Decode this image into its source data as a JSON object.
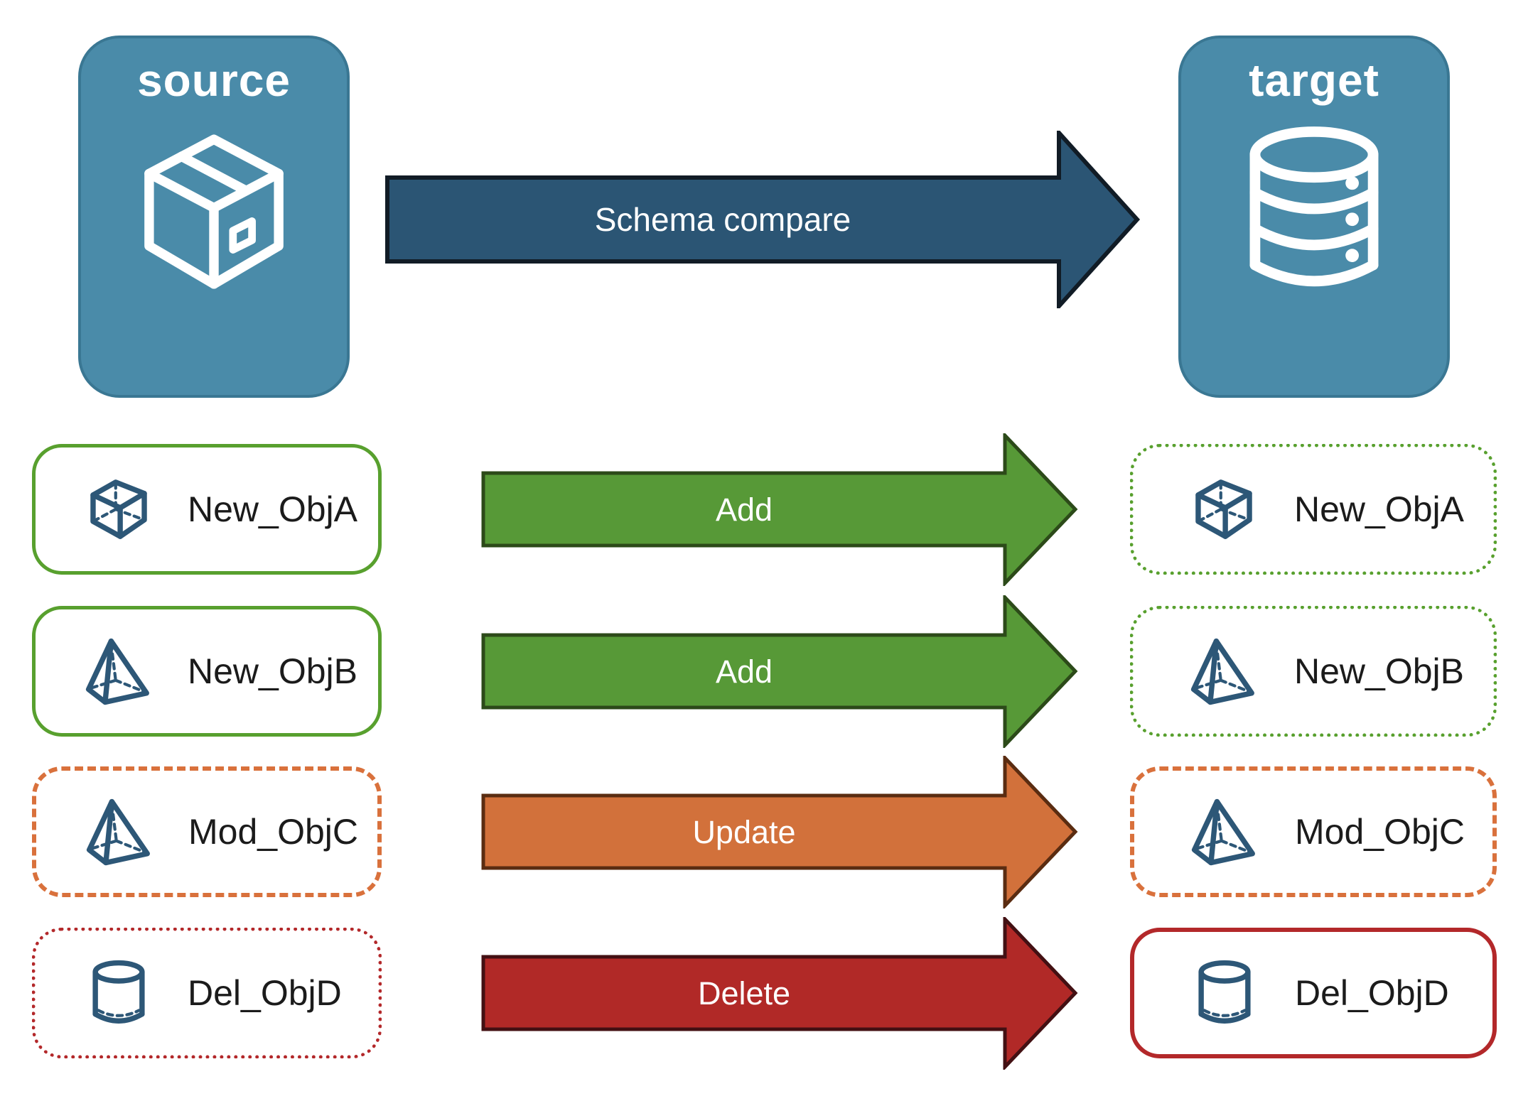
{
  "source_card": {
    "label": "source",
    "icon": "package"
  },
  "target_card": {
    "label": "target",
    "icon": "database"
  },
  "compare_arrow": {
    "label": "Schema compare"
  },
  "rows": [
    {
      "object": "New_ObjA",
      "icon": "cube",
      "action": "Add",
      "source_border": "solid",
      "target_border": "dotted",
      "status_color": "#58a02e"
    },
    {
      "object": "New_ObjB",
      "icon": "pyramid",
      "action": "Add",
      "source_border": "solid",
      "target_border": "dotted",
      "status_color": "#58a02e"
    },
    {
      "object": "Mod_ObjC",
      "icon": "pyramid",
      "action": "Update",
      "source_border": "dashed",
      "target_border": "dashed",
      "status_color": "#d9713c"
    },
    {
      "object": "Del_ObjD",
      "icon": "cylinder",
      "action": "Delete",
      "source_border": "dotted",
      "target_border": "solid",
      "status_color": "#b3282a"
    }
  ],
  "colors": {
    "card_fill": "#4a8ba9",
    "card_border": "#3a7793",
    "card_text": "#ffffff",
    "object_icon": "#2d5777",
    "compare_arrow_fill": "#2b5574",
    "compare_arrow_border": "#111c26",
    "add_arrow_fill": "#579937",
    "add_arrow_border": "#2c4a19",
    "update_arrow_fill": "#d2713b",
    "update_arrow_border": "#5a2c11",
    "delete_arrow_fill": "#b12927",
    "delete_arrow_border": "#431013",
    "green": "#58a02e",
    "orange": "#d9713c",
    "red": "#b3282a"
  }
}
